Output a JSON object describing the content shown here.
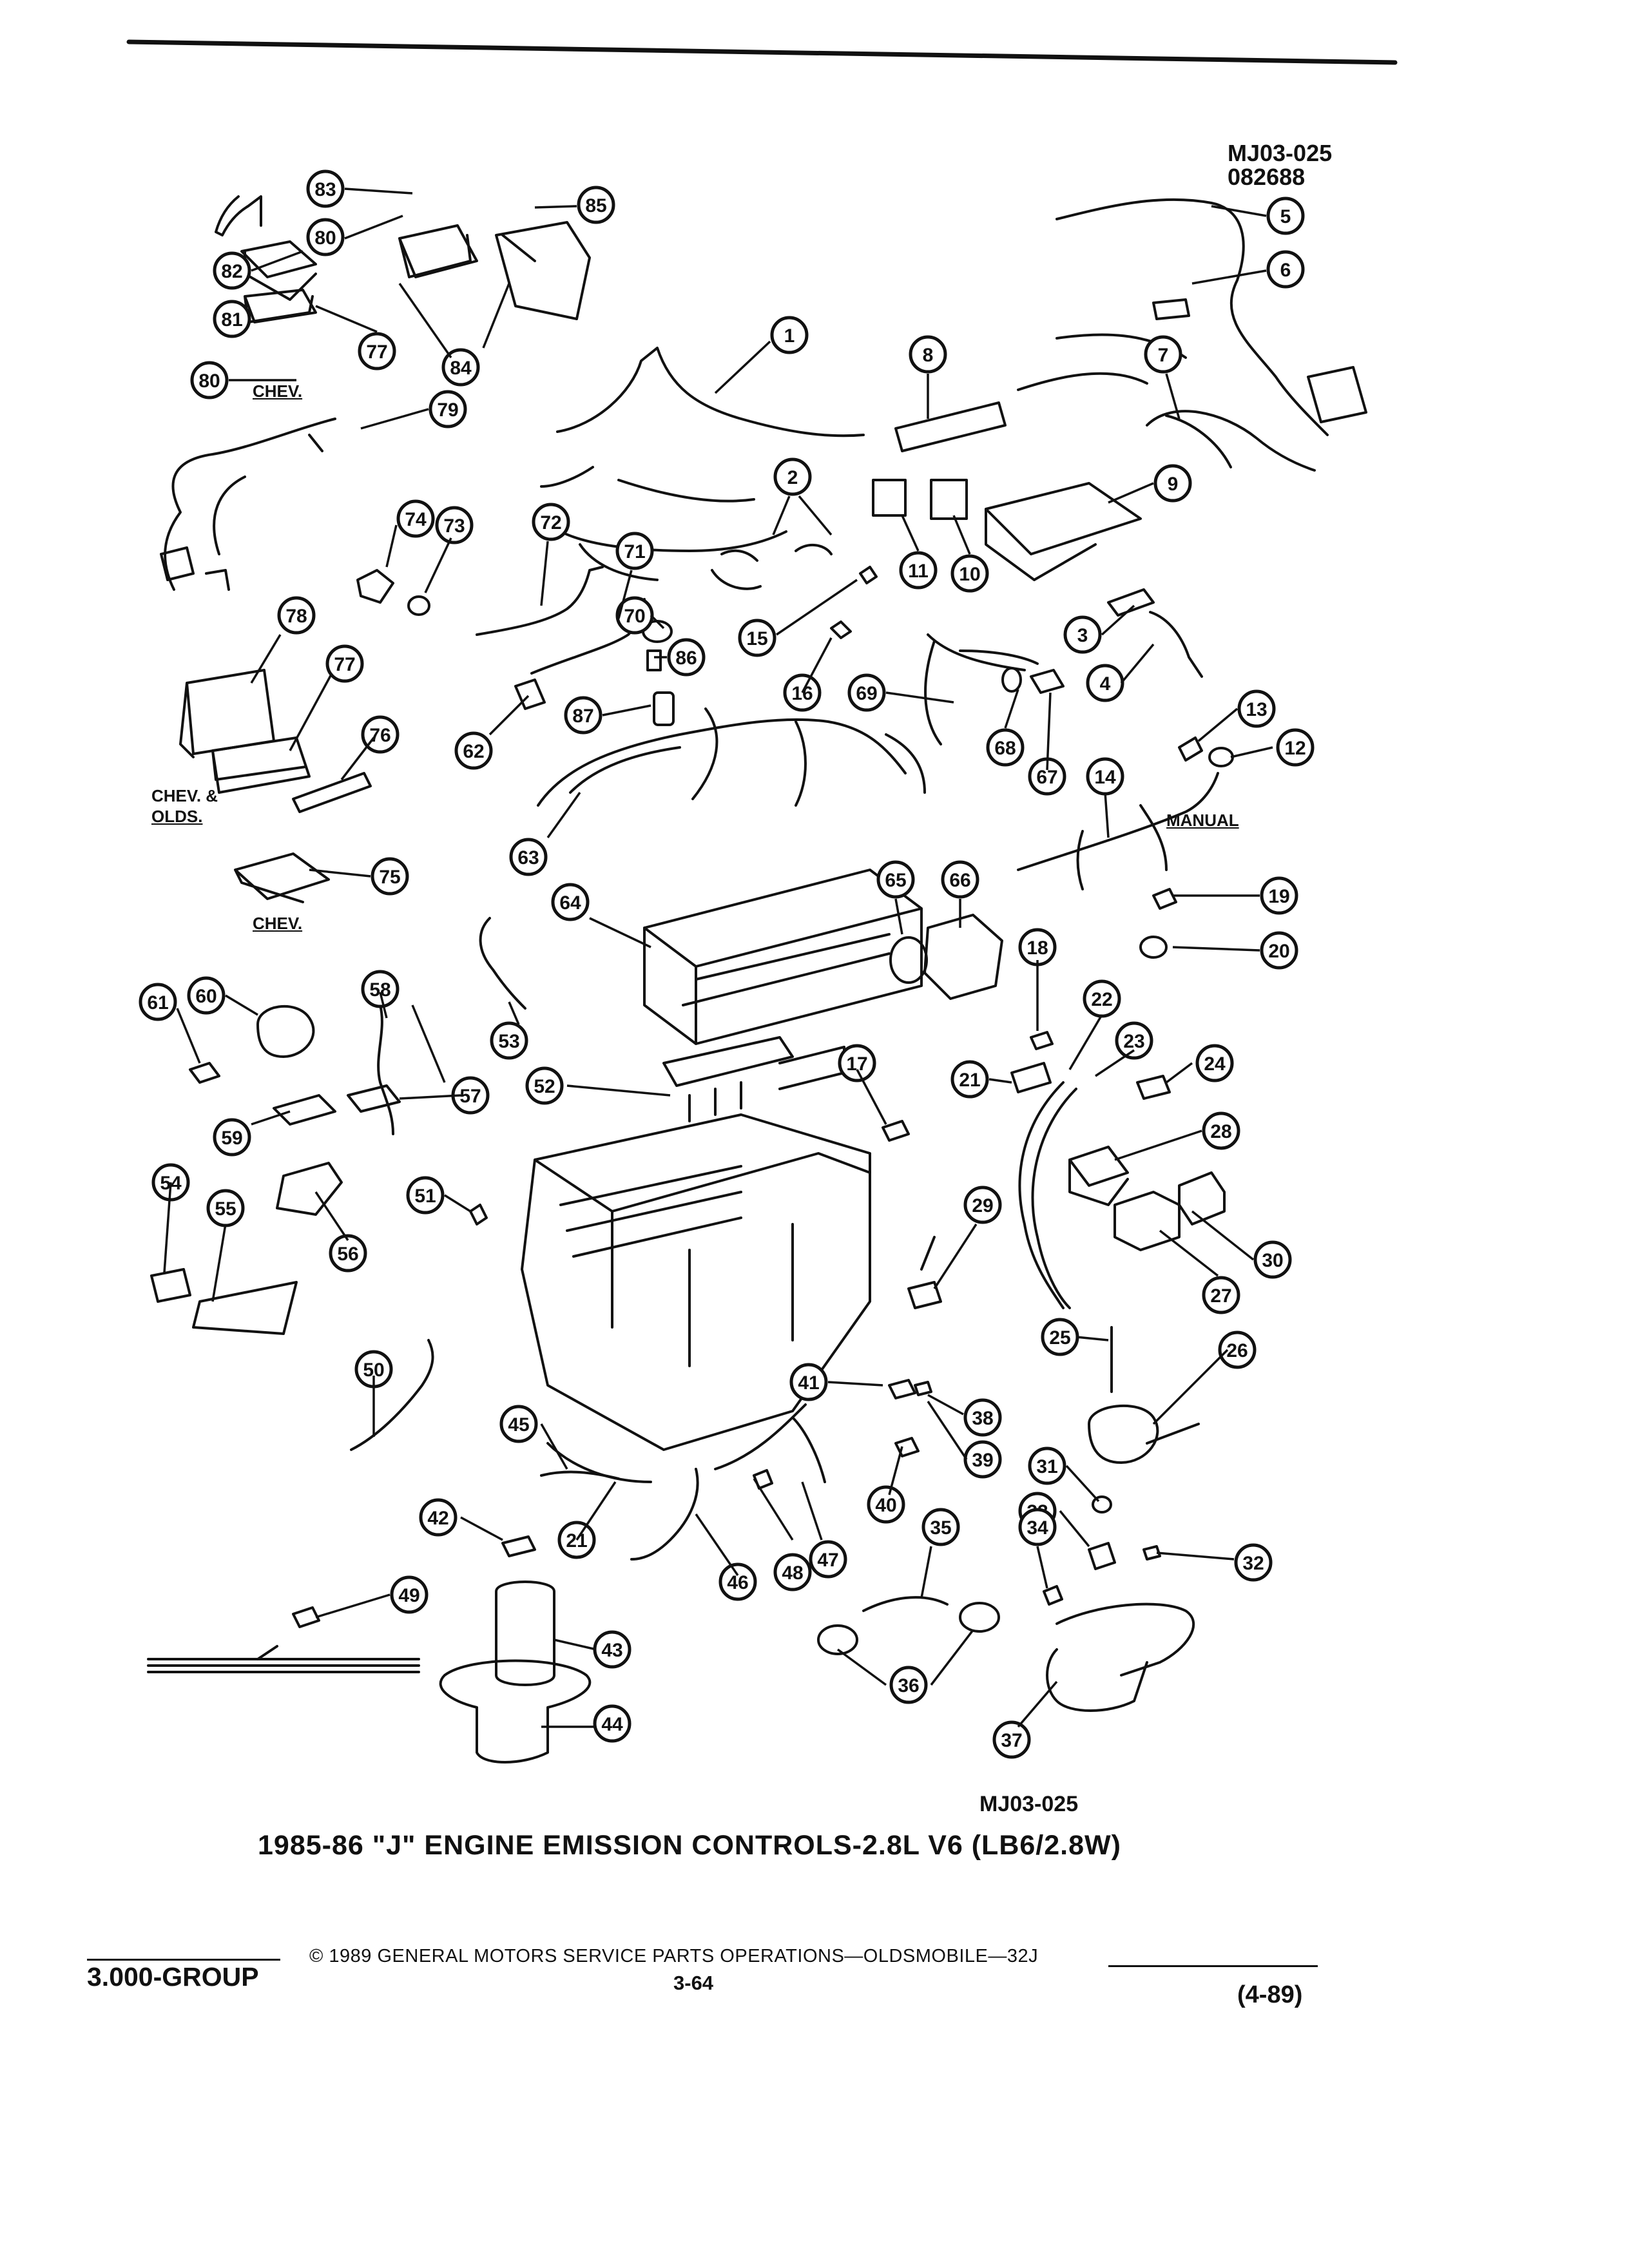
{
  "header": {
    "code": "MJ03-025",
    "date": "082688"
  },
  "region_labels": {
    "chev_top": "CHEV.",
    "chev_olds_1": "CHEV. &",
    "chev_olds_2": "OLDS.",
    "chev_mid": "CHEV.",
    "manual": "MANUAL"
  },
  "figure_code": "MJ03-025",
  "caption": "1985-86 \"J\" ENGINE EMISSION CONTROLS-2.8L V6 (LB6/2.8W)",
  "footer": {
    "copyright": "© 1989 GENERAL MOTORS SERVICE PARTS OPERATIONS—OLDSMOBILE—32J",
    "group": "3.000-GROUP",
    "page": "3-64",
    "revision": "(4-89)"
  },
  "callouts": [
    "83",
    "85",
    "80",
    "82",
    "5",
    "81",
    "6",
    "77",
    "84",
    "1",
    "8",
    "80",
    "7",
    "79",
    "9",
    "2",
    "74",
    "73",
    "72",
    "11",
    "10",
    "71",
    "70",
    "15",
    "3",
    "78",
    "86",
    "16",
    "69",
    "4",
    "77",
    "87",
    "62",
    "13",
    "12",
    "76",
    "68",
    "67",
    "14",
    "63",
    "75",
    "65",
    "66",
    "19",
    "64",
    "20",
    "18",
    "61",
    "60",
    "58",
    "53",
    "22",
    "57",
    "23",
    "24",
    "52",
    "21",
    "17",
    "59",
    "28",
    "51",
    "54",
    "55",
    "29",
    "56",
    "30",
    "27",
    "25",
    "26",
    "50",
    "41",
    "38",
    "45",
    "39",
    "31",
    "40",
    "33",
    "42",
    "21",
    "35",
    "34",
    "32",
    "47",
    "48",
    "46",
    "49",
    "36",
    "43",
    "37",
    "44"
  ]
}
